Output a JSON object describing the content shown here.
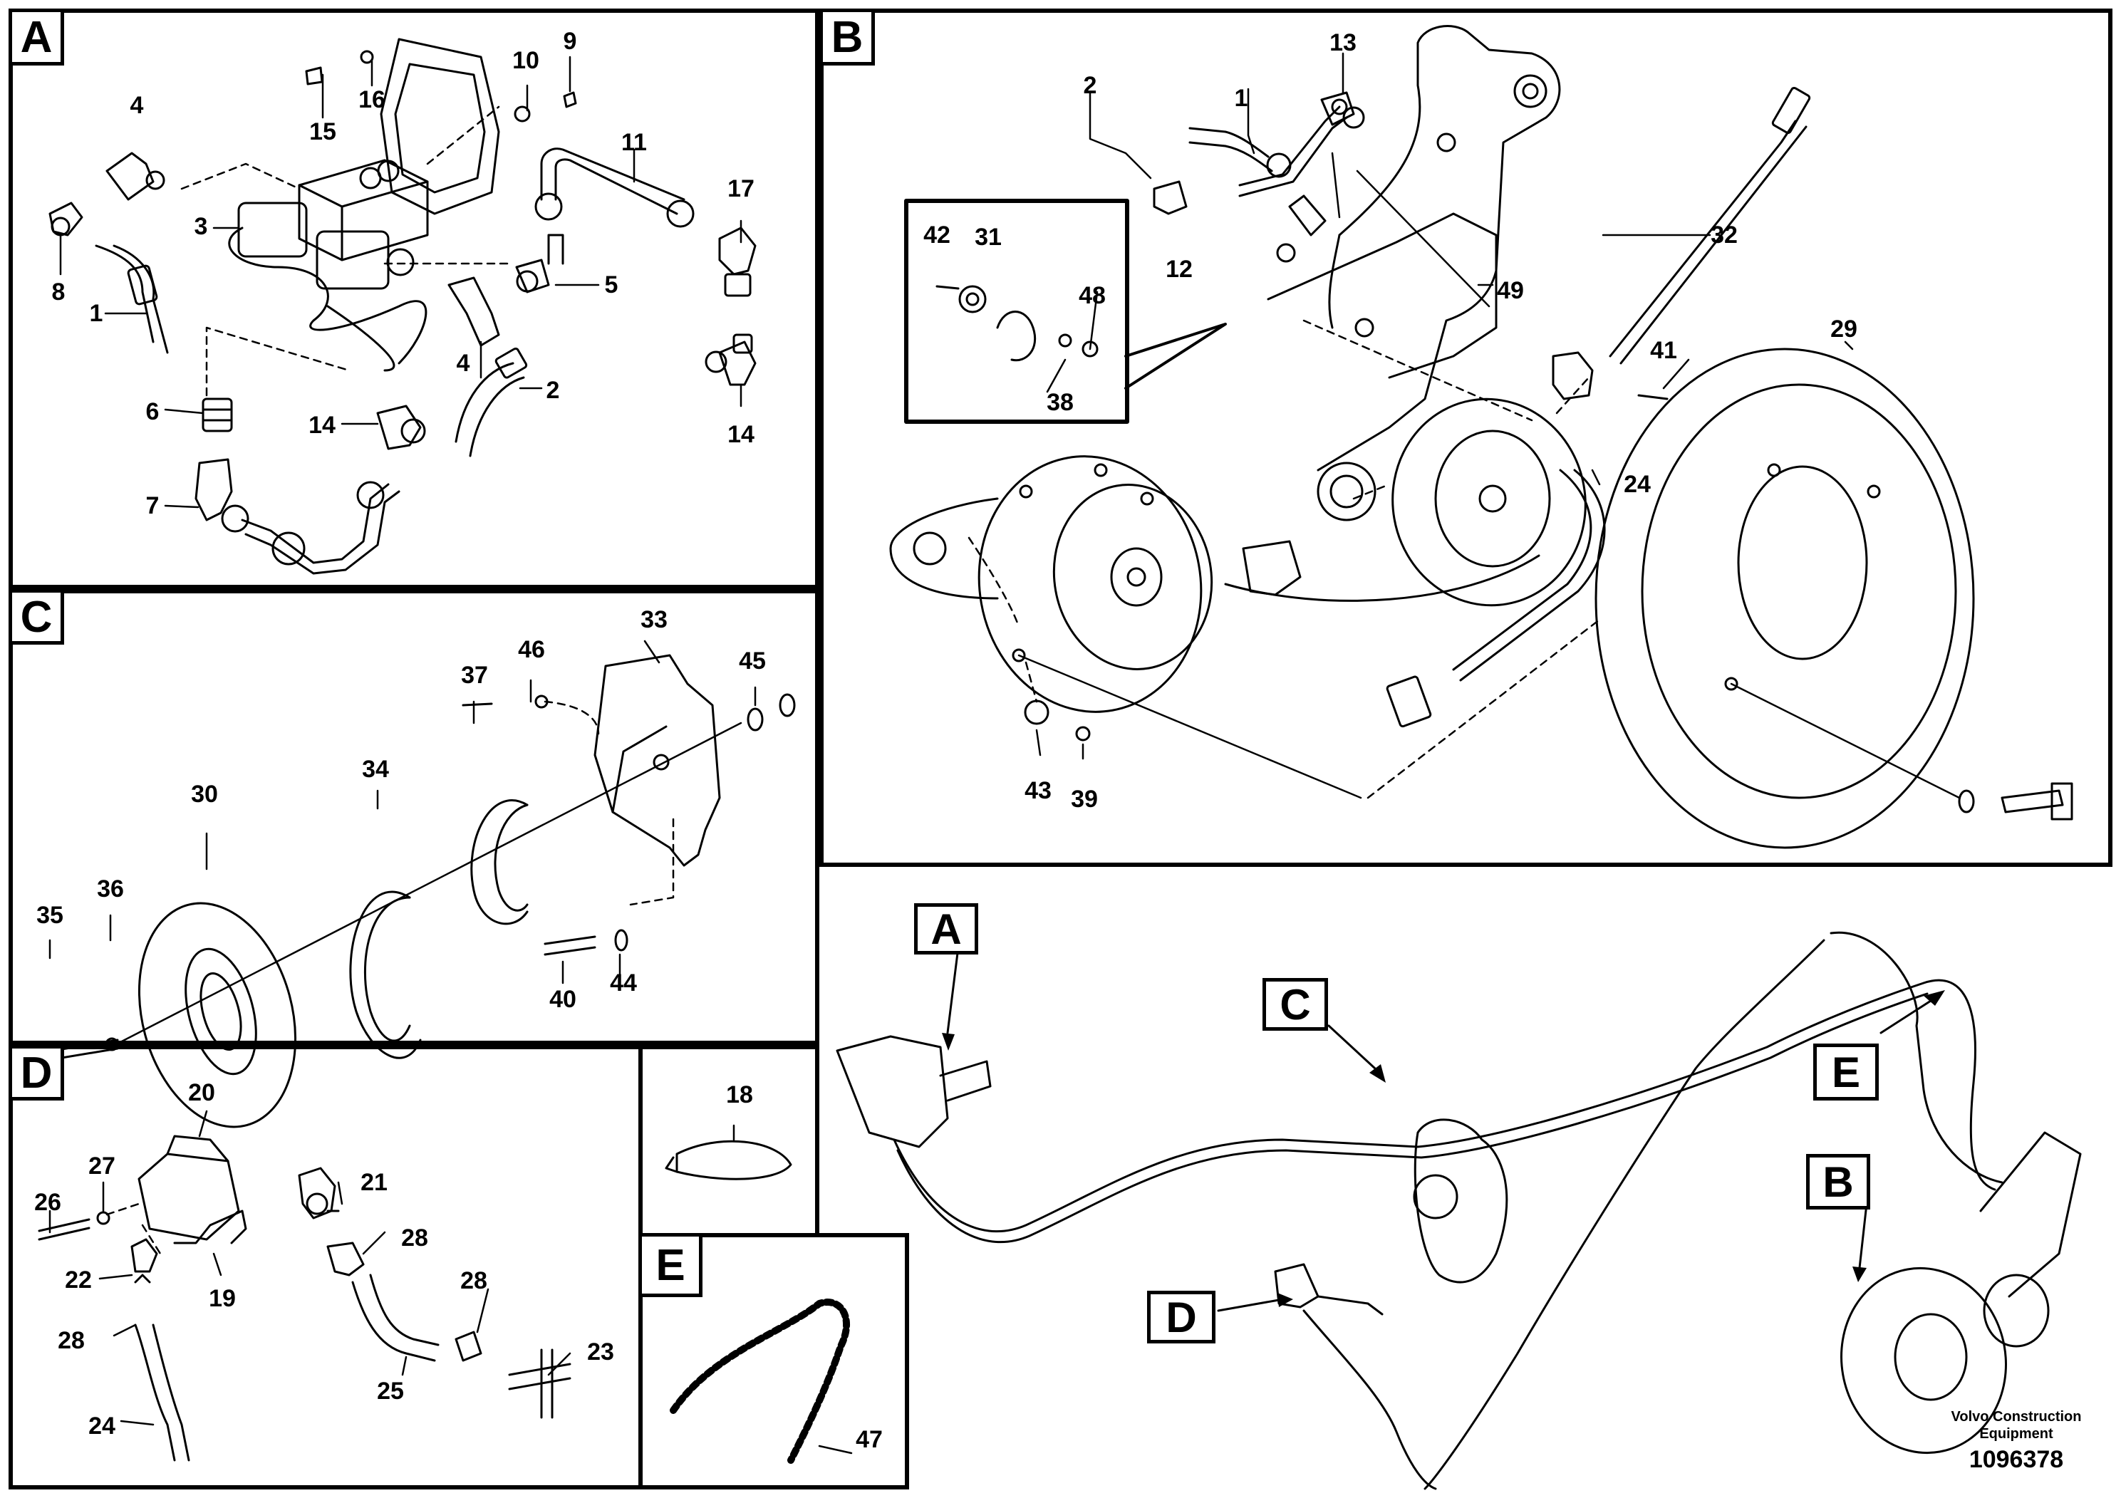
{
  "panels": {
    "A": {
      "tag": "A",
      "parts": [
        "4",
        "15",
        "16",
        "10",
        "9",
        "11",
        "17",
        "3",
        "8",
        "1",
        "5",
        "4",
        "2",
        "6",
        "14",
        "7",
        "14"
      ]
    },
    "B": {
      "tag": "B",
      "parts": [
        "2",
        "1",
        "13",
        "42",
        "31",
        "48",
        "12",
        "49",
        "32",
        "38",
        "29",
        "41",
        "24",
        "43",
        "39"
      ]
    },
    "C": {
      "tag": "C",
      "parts": [
        "33",
        "37",
        "46",
        "45",
        "34",
        "30",
        "36",
        "35",
        "40",
        "44"
      ]
    },
    "D": {
      "tag": "D",
      "parts": [
        "20",
        "27",
        "21",
        "26",
        "28",
        "22",
        "19",
        "28",
        "28",
        "23",
        "24",
        "25"
      ]
    },
    "F18": {
      "parts": [
        "18"
      ]
    },
    "E": {
      "tag": "E",
      "parts": [
        "47"
      ]
    },
    "overview": {
      "tags": [
        "A",
        "C",
        "E",
        "B",
        "D"
      ]
    }
  },
  "credit": {
    "line1": "Volvo Construction",
    "line2": "Equipment",
    "doc_number": "1096378"
  }
}
